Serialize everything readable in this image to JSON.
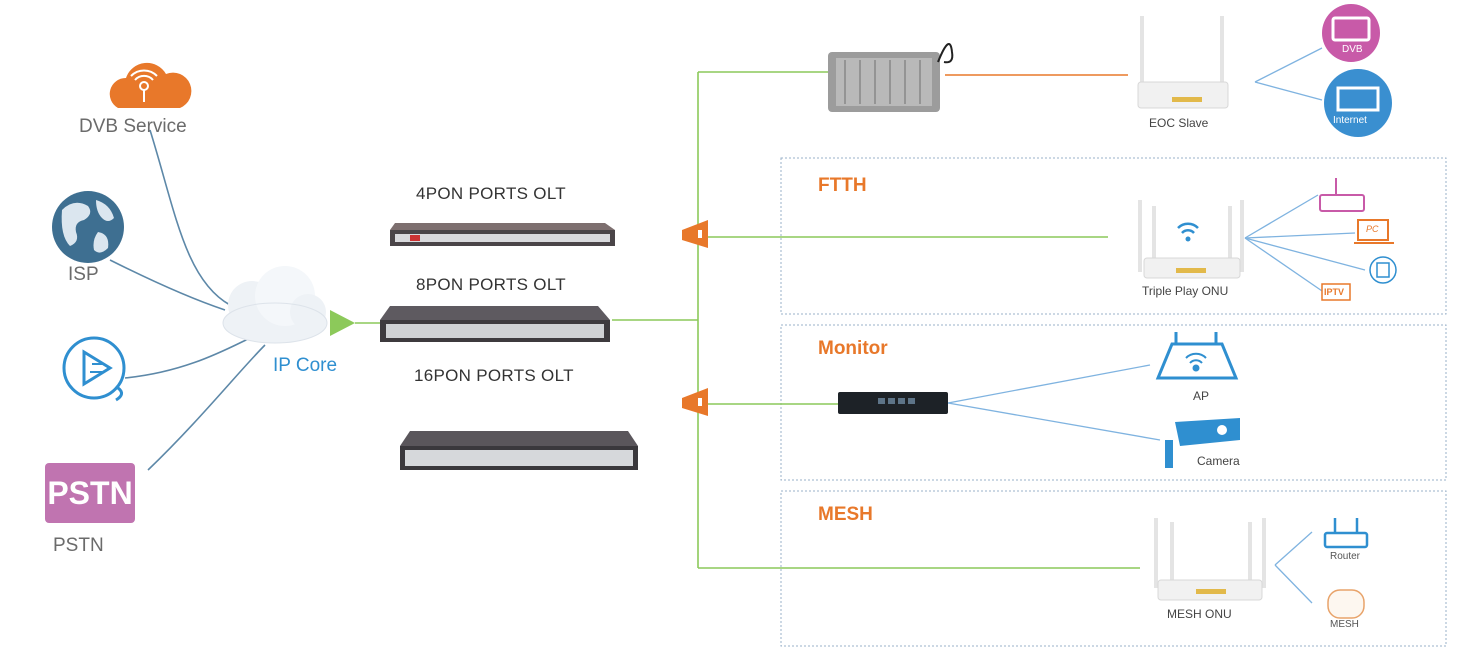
{
  "sources": {
    "dvb": "DVB Service",
    "isp": "ISP",
    "pstn_badge": "PSTN",
    "pstn": "PSTN"
  },
  "core": {
    "label": "IP Core"
  },
  "olts": [
    {
      "label": "4PON PORTS OLT"
    },
    {
      "label": "8PON PORTS OLT"
    },
    {
      "label": "16PON PORTS OLT"
    }
  ],
  "eoc": {
    "slave_label": "EOC Slave",
    "dvb_label": "DVB",
    "internet_label": "Internet"
  },
  "ftth": {
    "title": "FTTH",
    "onu_label": "Triple Play ONU",
    "pc_label": "PC",
    "iptv_label": "IPTV"
  },
  "monitor": {
    "title": "Monitor",
    "ap_label": "AP",
    "camera_label": "Camera"
  },
  "mesh": {
    "title": "MESH",
    "onu_label": "MESH ONU",
    "router_label": "Router",
    "mesh_label": "MESH"
  },
  "colors": {
    "fiber": "#8cc95a",
    "link": "#7fb3e0",
    "source_link": "#5d88a8",
    "orange": "#e8782a",
    "blue": "#2f8fd0",
    "pstn": "#c074b0",
    "dvb_pink": "#c85aa8",
    "dashed": "#9ab0c8"
  }
}
